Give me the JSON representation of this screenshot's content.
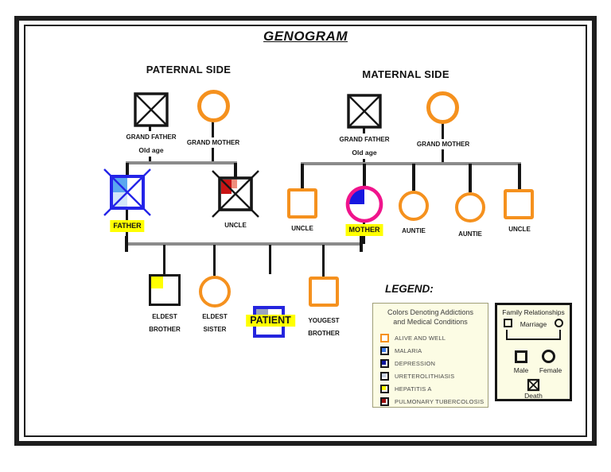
{
  "title": "GENOGRAM",
  "paternal_header": "PATERNAL SIDE",
  "maternal_header": "MATERNAL SIDE",
  "people": {
    "paternal_grandfather": {
      "name": "GRAND FATHER",
      "note": "Old age"
    },
    "paternal_grandmother": {
      "name": "GRAND MOTHER"
    },
    "maternal_grandfather": {
      "name": "GRAND FATHER",
      "note": "Old age"
    },
    "maternal_grandmother": {
      "name": "GRAND MOTHER"
    },
    "father": {
      "name": "FATHER"
    },
    "paternal_uncle": {
      "name": "UNCLE"
    },
    "maternal_uncle_1": {
      "name": "UNCLE"
    },
    "mother": {
      "name": "MOTHER"
    },
    "auntie_1": {
      "name": "AUNTIE"
    },
    "auntie_2": {
      "name": "AUNTIE"
    },
    "maternal_uncle_2": {
      "name": "UNCLE"
    },
    "eldest_brother": {
      "line1": "ELDEST",
      "line2": "BROTHER"
    },
    "eldest_sister": {
      "line1": "ELDEST",
      "line2": "SISTER"
    },
    "patient": {
      "name": "PATIENT"
    },
    "youngest_brother": {
      "line1": "YOUGEST",
      "line2": "BROTHER"
    }
  },
  "legend": {
    "heading": "LEGEND:",
    "conditions": {
      "title_line1": "Colors Denoting Addictions",
      "title_line2": "and Medical Conditions",
      "items": [
        {
          "label": "ALIVE AND WELL",
          "color": "#F5911E",
          "swatch_style": "outline"
        },
        {
          "label": "MALARIA",
          "color": "#3E7BE8",
          "swatch_style": "quadrant"
        },
        {
          "label": "DEPRESSION",
          "color": "#10189E",
          "swatch_style": "quadrant"
        },
        {
          "label": "URETEROLITHIASIS",
          "color": "#C7D2E2",
          "swatch_style": "quadrant"
        },
        {
          "label": "HEPATITIS A",
          "color": "#FFFF00",
          "swatch_style": "quadrant"
        },
        {
          "label": "PULMONARY TUBERCOLOSIS",
          "color": "#9E1010",
          "swatch_style": "quadrant"
        }
      ]
    },
    "relationships": {
      "title": "Family Relationships",
      "marriage_label": "Marriage",
      "male_label": "Male",
      "female_label": "Female",
      "death_label": "Death"
    }
  },
  "colors": {
    "orange": "#F5911E",
    "black_line": "#161616",
    "father_blue_border": "#2424E8",
    "father_fill_blue": "#5AA7F0",
    "father_fill_pale_blue": "#D3E6F9",
    "uncle_fill_red": "#C81414",
    "uncle_fill_light_red": "#EF8E7D",
    "mother_magenta": "#F0148C",
    "mother_wedge_blue": "#1717E0",
    "patient_blue_border": "#2424DE",
    "patient_fill_gray": "#9AA4BE",
    "eldest_brother_fill_yellow": "#FFFF00",
    "highlight_yellow": "#FFFF00",
    "sibling_bar_gray": "#8B8B8B",
    "legend_background": "#FCFCE4"
  }
}
